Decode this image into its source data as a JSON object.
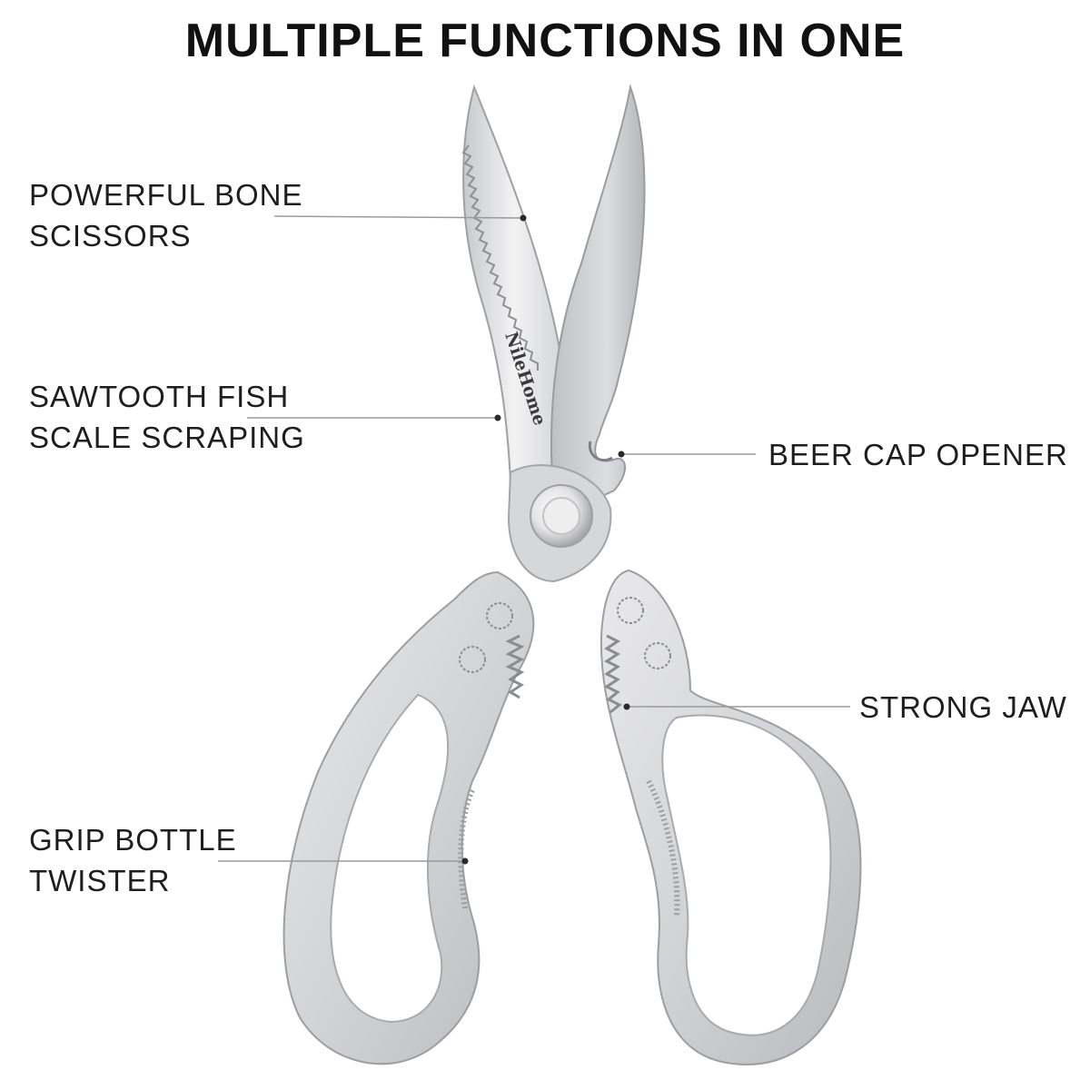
{
  "headline": "MULTIPLE FUNCTIONS IN ONE",
  "brand_mark": "NileHome",
  "callouts": {
    "bone_scissors": [
      "POWERFUL BONE",
      "SCISSORS"
    ],
    "fish_scale": [
      "SAWTOOTH FISH",
      "SCALE SCRAPING"
    ],
    "grip_bottle": [
      "GRIP BOTTLE",
      "TWISTER"
    ],
    "beer_cap": [
      "BEER CAP OPENER"
    ],
    "strong_jaw": [
      "STRONG JAW"
    ]
  },
  "colors": {
    "background": "#ffffff",
    "text": "#1a1a1a",
    "steel": "#d9dadc",
    "steel_shadow": "#a9abae",
    "leader_line": "#9a9a9a"
  }
}
